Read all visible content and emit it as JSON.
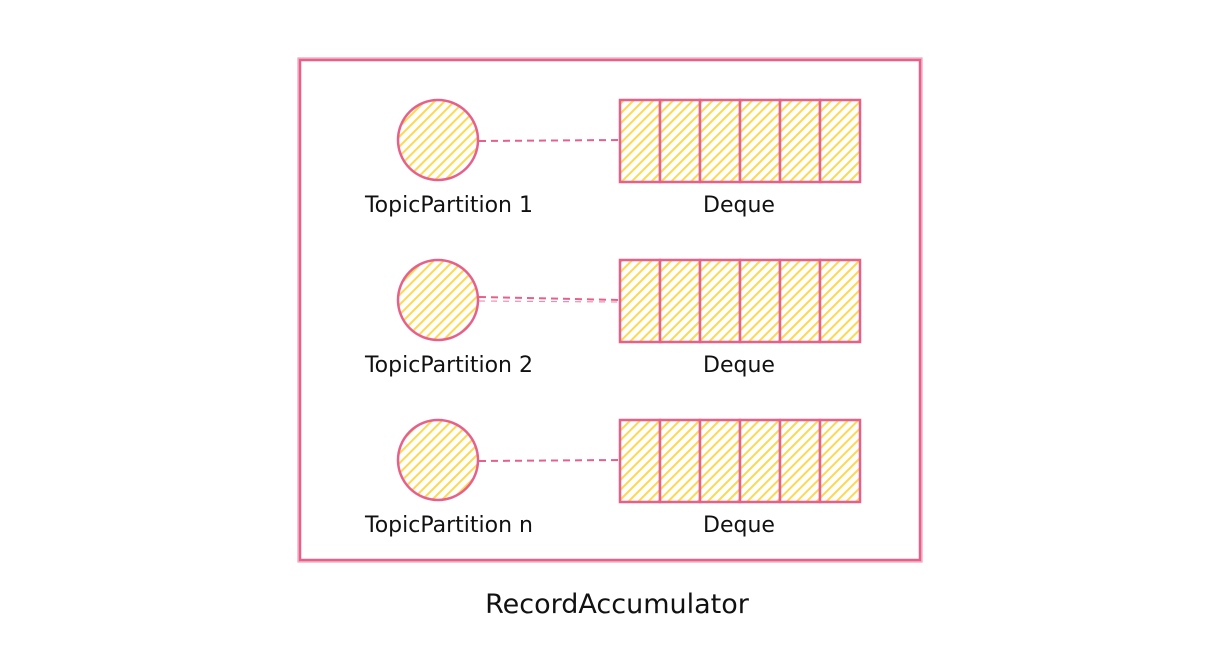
{
  "colors": {
    "stroke": "#e8608a",
    "fill": "#ffd84d",
    "text": "#111111",
    "background": "#ffffff"
  },
  "diagram": {
    "container_label": "RecordAccumulator",
    "rows": [
      {
        "partition_label": "TopicPartition 1",
        "deque_label": "Deque",
        "deque_slots": 6
      },
      {
        "partition_label": "TopicPartition 2",
        "deque_label": "Deque",
        "deque_slots": 6
      },
      {
        "partition_label": "TopicPartition n",
        "deque_label": "Deque",
        "deque_slots": 6
      }
    ]
  }
}
